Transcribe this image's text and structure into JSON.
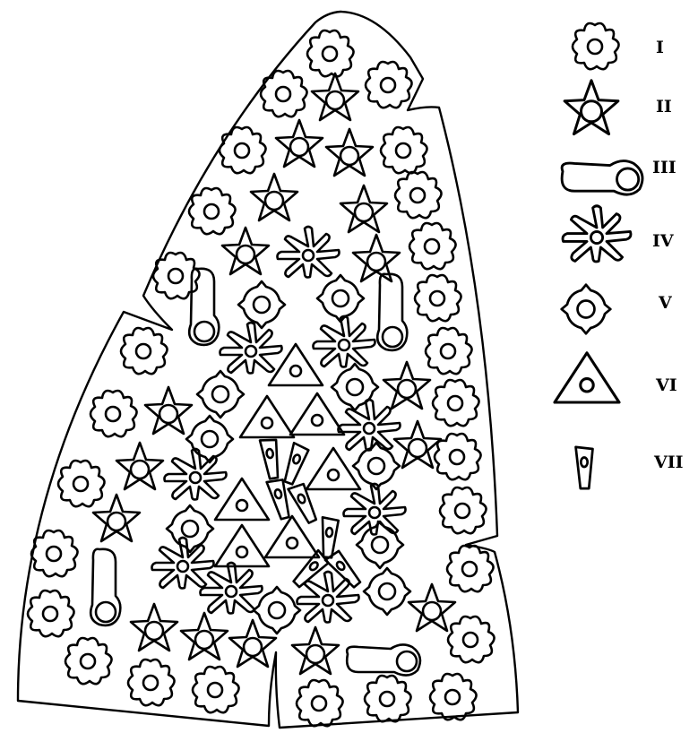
{
  "diagram": {
    "legend": [
      {
        "symbol": "cell-type-i-icon",
        "label": "I"
      },
      {
        "symbol": "cell-type-ii-icon",
        "label": "II"
      },
      {
        "symbol": "cell-type-iii-icon",
        "label": "III"
      },
      {
        "symbol": "cell-type-iv-icon",
        "label": "IV"
      },
      {
        "symbol": "cell-type-v-icon",
        "label": "V"
      },
      {
        "symbol": "cell-type-vi-icon",
        "label": "VI"
      },
      {
        "symbol": "cell-type-vii-icon",
        "label": "VII"
      }
    ],
    "cell_types": [
      "I",
      "II",
      "III",
      "IV",
      "V",
      "VI",
      "VII"
    ],
    "line_color": "#000000",
    "background": "#ffffff"
  }
}
